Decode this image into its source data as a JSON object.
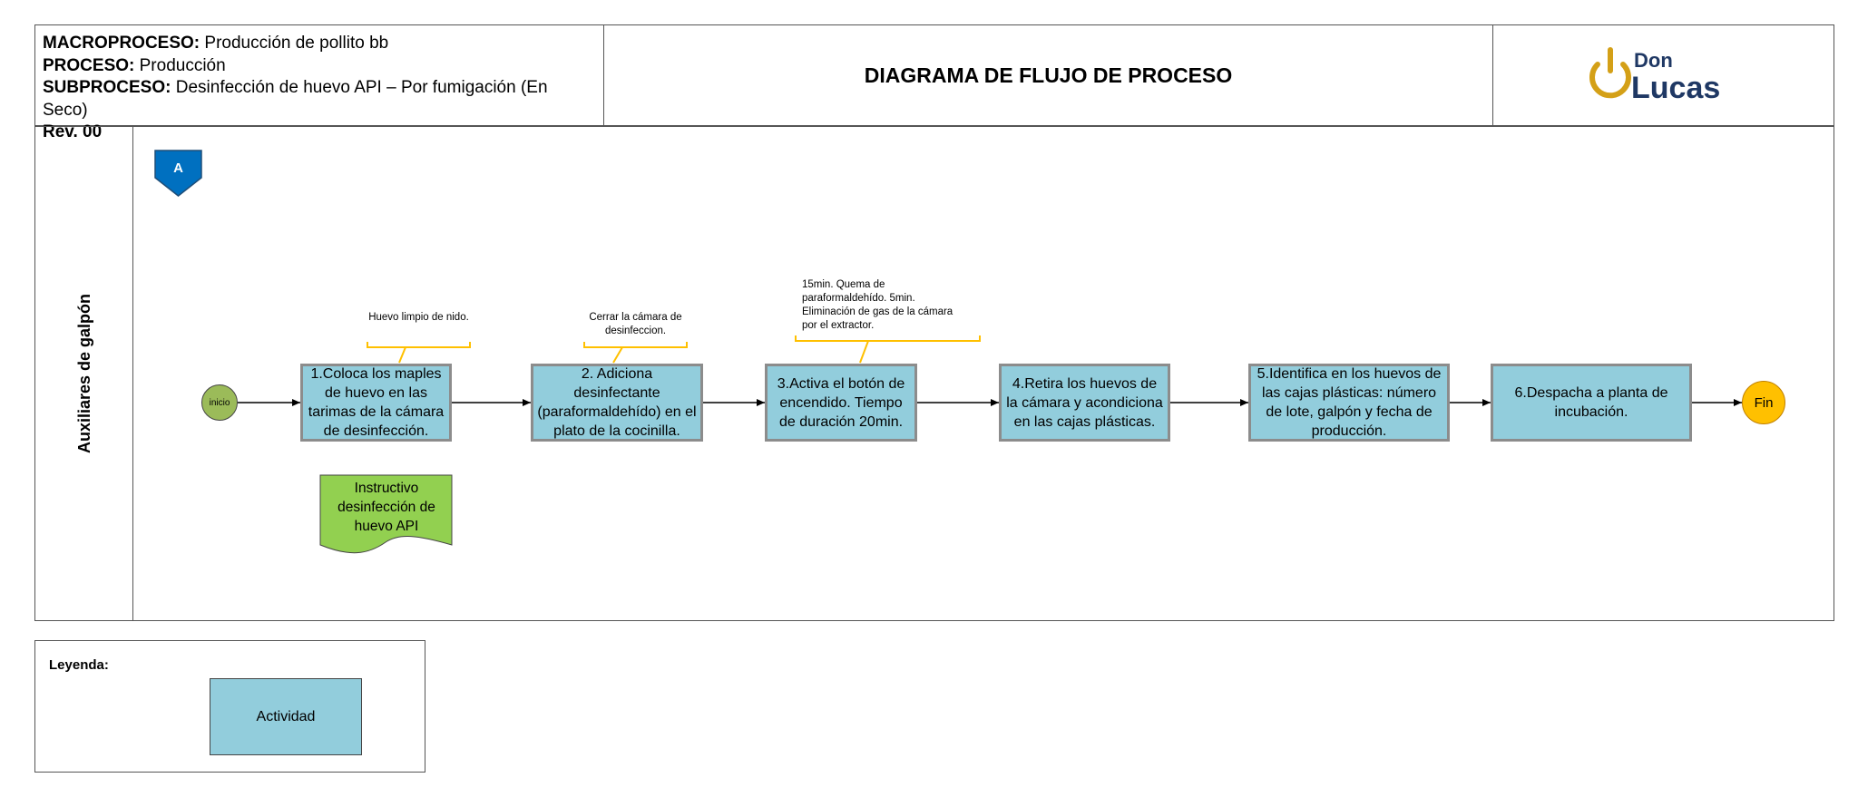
{
  "header": {
    "macroproceso_label": "MACROPROCESO:",
    "macroproceso_value": " Producción de pollito bb",
    "proceso_label": "PROCESO:",
    "proceso_value": " Producción",
    "subproceso_label": "SUBPROCESO:",
    "subproceso_value": " Desinfección de huevo API – Por fumigación (En Seco)",
    "revision": "Rev. 00",
    "title": "DIAGRAMA DE FLUJO DE  PROCESO",
    "logo_line1": "Don",
    "logo_line2": "Lucas"
  },
  "lane": {
    "label": "Auxiliares de galpón"
  },
  "connector": {
    "label": "A"
  },
  "start": {
    "label": "inicio"
  },
  "end": {
    "label": "Fin"
  },
  "steps": [
    {
      "text": "1.Coloca los maples de huevo en las tarimas de la cámara de desinfección."
    },
    {
      "text": "2. Adiciona desinfectante (paraformaldehído) en el plato de la cocinilla."
    },
    {
      "text": "3.Activa el botón de encendido. Tiempo de duración 20min."
    },
    {
      "text": "4.Retira los huevos de la cámara y acondiciona en las cajas plásticas."
    },
    {
      "text": "5.Identifica en los huevos de las cajas plásticas: número de lote, galpón y fecha de producción."
    },
    {
      "text": "6.Despacha a planta de incubación."
    }
  ],
  "notes": [
    {
      "text": "Huevo limpio de nido."
    },
    {
      "text": "Cerrar la cámara de desinfeccion."
    },
    {
      "text": "15min. Quema de paraformaldehído. 5min. Eliminación de gas de la cámara por el extractor."
    }
  ],
  "document": {
    "text": "Instructivo desinfección de huevo API"
  },
  "legend": {
    "title": "Leyenda:",
    "activity": "Actividad"
  },
  "colors": {
    "activity_fill": "#92cddc",
    "activity_border": "#8c8c8c",
    "start_fill": "#9bbb59",
    "end_fill": "#ffc000",
    "document_fill": "#92d050",
    "connector_fill": "#0070c0",
    "note_bracket": "#ffc000",
    "logo_blue": "#1f3864",
    "logo_gold": "#d4a017"
  }
}
